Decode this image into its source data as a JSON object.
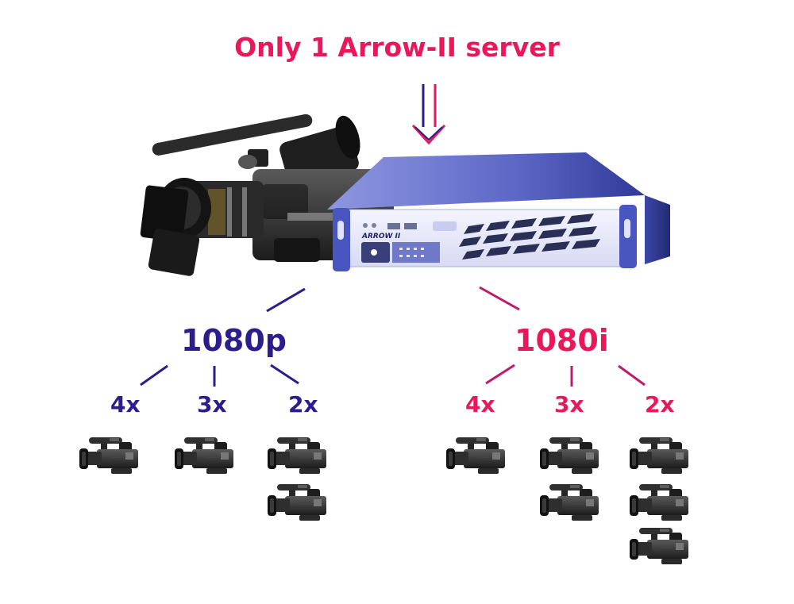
{
  "headline": "Only 1 Arrow-II server",
  "server": {
    "brand_label": "ARROW II"
  },
  "colors": {
    "magenta": "#e8185a",
    "navy": "#2b1e8c",
    "line_magenta": "#c01a6c",
    "server_blue": "#5b67c4",
    "camera_dark": "#2a2a2a"
  },
  "left_branch": {
    "format": "1080p",
    "groups": [
      {
        "multiplier": "4x",
        "cameras": 1
      },
      {
        "multiplier": "3x",
        "cameras": 1
      },
      {
        "multiplier": "2x",
        "cameras": 2
      }
    ]
  },
  "right_branch": {
    "format": "1080i",
    "groups": [
      {
        "multiplier": "4x",
        "cameras": 1
      },
      {
        "multiplier": "3x",
        "cameras": 2
      },
      {
        "multiplier": "2x",
        "cameras": 3
      }
    ]
  }
}
